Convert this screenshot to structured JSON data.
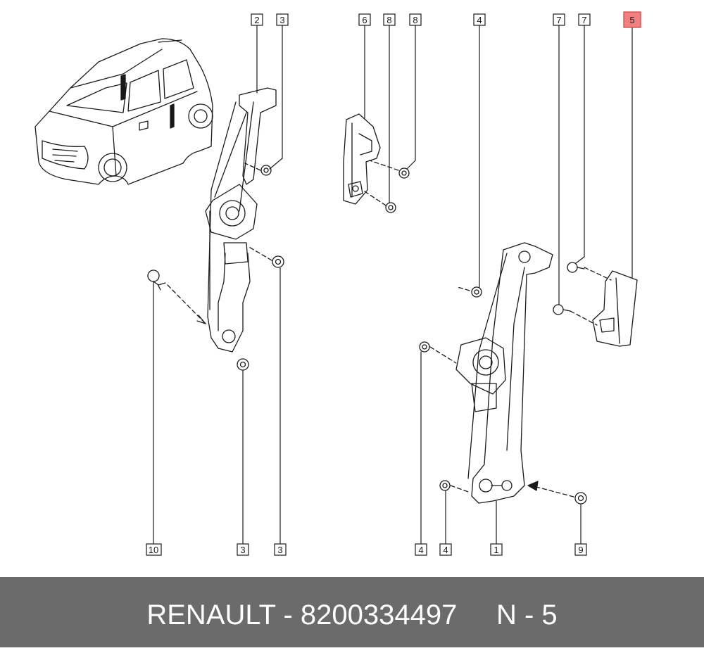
{
  "diagram": {
    "callouts": [
      {
        "id": "c2",
        "label": "2",
        "highlighted": false
      },
      {
        "id": "c3a",
        "label": "3",
        "highlighted": false
      },
      {
        "id": "c6",
        "label": "6",
        "highlighted": false
      },
      {
        "id": "c8a",
        "label": "8",
        "highlighted": false
      },
      {
        "id": "c8b",
        "label": "8",
        "highlighted": false
      },
      {
        "id": "c4a",
        "label": "4",
        "highlighted": false
      },
      {
        "id": "c7a",
        "label": "7",
        "highlighted": false
      },
      {
        "id": "c7b",
        "label": "7",
        "highlighted": false
      },
      {
        "id": "c5",
        "label": "5",
        "highlighted": true
      },
      {
        "id": "c10",
        "label": "10",
        "highlighted": false
      },
      {
        "id": "c3b",
        "label": "3",
        "highlighted": false
      },
      {
        "id": "c3c",
        "label": "3",
        "highlighted": false
      },
      {
        "id": "c4b",
        "label": "4",
        "highlighted": false
      },
      {
        "id": "c4c",
        "label": "4",
        "highlighted": false
      },
      {
        "id": "c1",
        "label": "1",
        "highlighted": false
      },
      {
        "id": "c9",
        "label": "9",
        "highlighted": false
      }
    ],
    "colors": {
      "line": "#1a1a1a",
      "highlight_fill": "#f08080",
      "footer_bg": "#6b6b6b",
      "footer_text": "#ffffff"
    }
  },
  "footer": {
    "text": "RENAULT - 8200334497     N - 5"
  }
}
